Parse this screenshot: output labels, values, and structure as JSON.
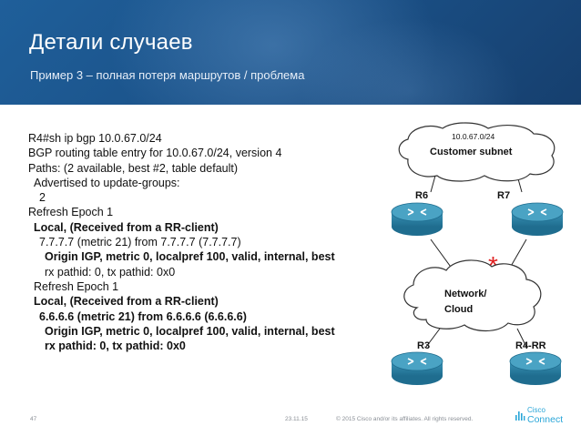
{
  "slide": {
    "title": "Детали случаев",
    "subtitle": "Пример 3 – полная потеря маршрутов / проблема"
  },
  "cli": [
    {
      "text": "R4#sh ip bgp 10.0.67.0/24",
      "bold": false,
      "indent": 0
    },
    {
      "text": "BGP routing table entry for 10.0.67.0/24, version 4",
      "bold": false,
      "indent": 0
    },
    {
      "text": "Paths: (2 available, best #2, table default)",
      "bold": false,
      "indent": 0
    },
    {
      "text": "Advertised to update-groups:",
      "bold": false,
      "indent": 1
    },
    {
      "text": "2",
      "bold": false,
      "indent": 2
    },
    {
      "text": "Refresh Epoch 1",
      "bold": false,
      "indent": 0
    },
    {
      "text": "Local, (Received from a RR-client)",
      "bold": true,
      "indent": 1
    },
    {
      "text": "7.7.7.7 (metric 21) from 7.7.7.7 (7.7.7.7)",
      "bold": false,
      "indent": 2
    },
    {
      "text": "Origin IGP, metric 0, localpref 100, valid, internal, best",
      "bold": true,
      "indent": 3
    },
    {
      "text": "rx pathid: 0, tx pathid: 0x0",
      "bold": false,
      "indent": 3
    },
    {
      "text": "Refresh Epoch 1",
      "bold": false,
      "indent": 1
    },
    {
      "text": "Local, (Received from a RR-client)",
      "bold": true,
      "indent": 1
    },
    {
      "text": "6.6.6.6 (metric 21) from 6.6.6.6 (6.6.6.6)",
      "bold": true,
      "indent": 2
    },
    {
      "text": "Origin IGP, metric 0, localpref 100, valid, internal, best",
      "bold": true,
      "indent": 3
    },
    {
      "text": "rx pathid: 0, tx pathid: 0x0",
      "bold": true,
      "indent": 3
    }
  ],
  "diagram": {
    "prefix": "10.0.67.0/24",
    "top_cloud": "Customer subnet",
    "mid_cloud_line1": "Network/",
    "mid_cloud_line2": "Cloud",
    "routers": [
      "R6",
      "R7",
      "R3",
      "R4-RR"
    ],
    "failure_mark": "*",
    "failure_color": "#e02020"
  },
  "footer": {
    "page_number": "47",
    "date": "23.11.15",
    "copyright": "© 2015 Cisco and/or its affiliates. All rights reserved.",
    "brand_line1": "Cisco",
    "brand_line2": "Connect"
  },
  "colors": {
    "header_blue": "#1a4f85",
    "router_teal": "#2a7fa0",
    "cisco_blue": "#2aa6d8"
  }
}
